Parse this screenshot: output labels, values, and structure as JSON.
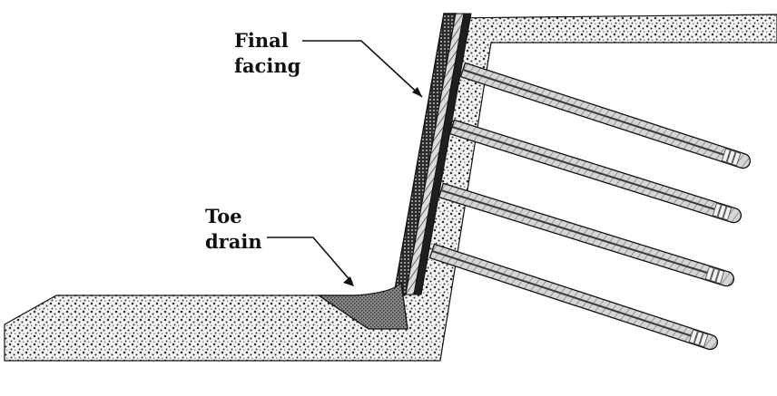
{
  "labels": {
    "final_facing": [
      "Final",
      "facing"
    ],
    "toe_drain": [
      "Toe",
      "drain"
    ]
  },
  "colors": {
    "soil_fill": "#f4f4f4",
    "soil_dot": "#2a2a2a",
    "facing_dark": "#2b2b2b",
    "drain_fill": "#7a7a7a",
    "nail_fill": "#c8c8c8",
    "outline": "#111111"
  },
  "diagram": {
    "soil_nail_count": 4
  }
}
